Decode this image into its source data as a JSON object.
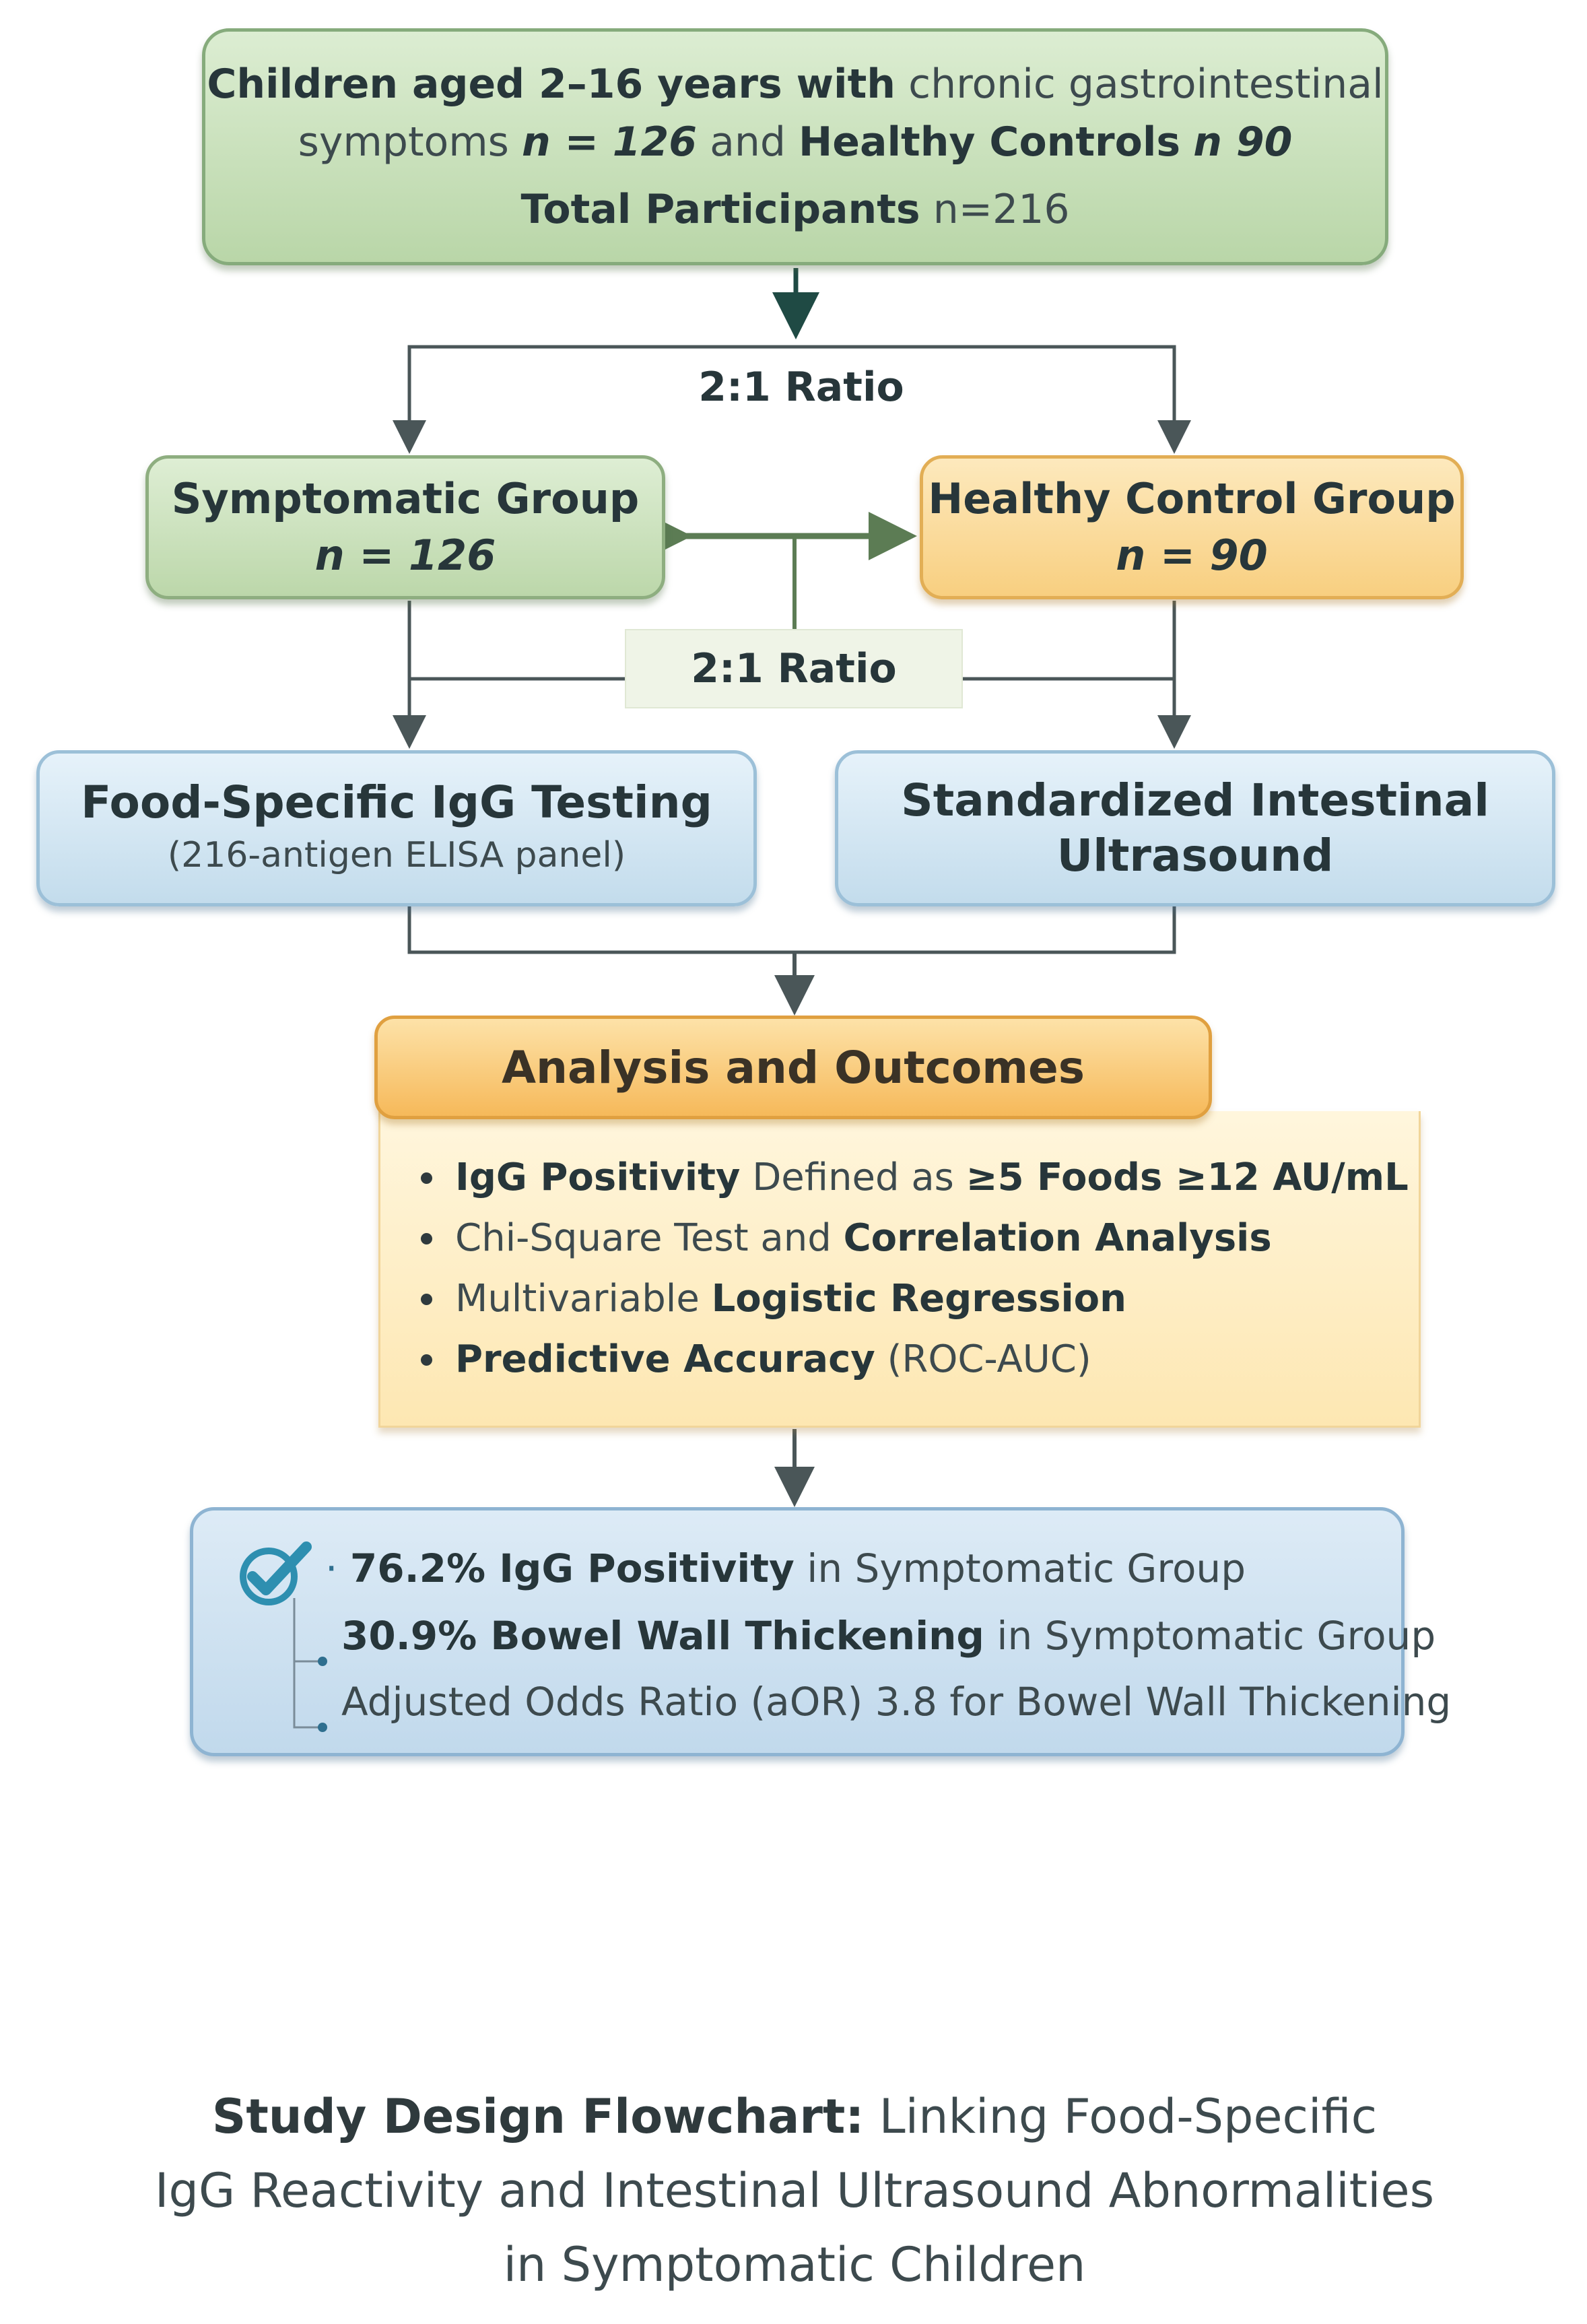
{
  "top_box": {
    "line1_bold": "Children aged 2–16 years with",
    "line1_light": "chronic gastrointestinal",
    "line2_light1": "symptoms",
    "line2_n1": "n = 126",
    "line2_and": "and",
    "line2_bold": "Healthy Controls",
    "line2_n2": "n 90",
    "line3_bold": "Total Participants",
    "line3_value": "n=216"
  },
  "ratio_top": "2:1 Ratio",
  "ratio_mid": "2:1 Ratio",
  "symptomatic": {
    "title": "Symptomatic Group",
    "n": "n = 126"
  },
  "control": {
    "title": "Healthy Control Group",
    "n": "n = 90"
  },
  "igg_testing": {
    "title": "Food-Specific IgG Testing",
    "subtitle": "(216-antigen ELISA panel)"
  },
  "ultrasound": {
    "line1": "Standardized Intestinal",
    "line2": "Ultrasound"
  },
  "analysis": {
    "header": "Analysis and Outcomes",
    "bullets": [
      {
        "bold": "IgG Positivity",
        "light": "Defined as",
        "bold2": "≥5 Foods ≥12 AU/mL"
      },
      {
        "light": "Chi-Square Test and",
        "bold": "Correlation Analysis"
      },
      {
        "light": "Multivariable",
        "bold": "Logistic Regression"
      },
      {
        "bold": "Predictive Accuracy",
        "light": "(ROC-AUC)"
      }
    ]
  },
  "results": [
    {
      "bold": "76.2% IgG Positivity",
      "light": "in Symptomatic Group"
    },
    {
      "bold": "30.9% Bowel Wall Thickening",
      "light": "in Symptomatic Group"
    },
    {
      "light": "Adjusted Odds Ratio (aOR) 3.8 for Bowel Wall Thickening"
    }
  ],
  "caption": {
    "bold": "Study Design Flowchart:",
    "line1_light": "Linking Food-Specific",
    "line2": "IgG Reactivity and Intestinal Ultrasound Abnormalities",
    "line3": "in Symptomatic Children"
  },
  "colors": {
    "connector": "#4a5658",
    "connector_dark": "#1f4a44",
    "green_arrow": "#5c7c54",
    "check": "#2e8fb0"
  }
}
